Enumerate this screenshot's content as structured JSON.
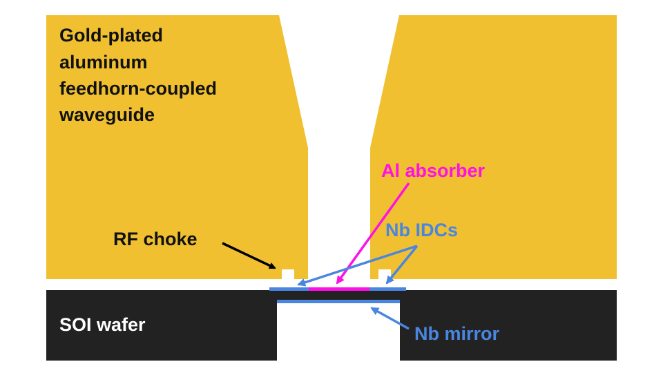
{
  "labels": {
    "waveguide_line1": "Gold-plated",
    "waveguide_line2": "aluminum",
    "waveguide_line3": "feedhorn-coupled",
    "waveguide_line4": "waveguide",
    "rf_choke": "RF choke",
    "al_absorber": "Al absorber",
    "nb_idcs": "Nb IDCs",
    "soi_wafer": "SOI wafer",
    "nb_mirror": "Nb mirror"
  },
  "colors": {
    "gold": "#F0C030",
    "wafer": "#222222",
    "niobium": "#4A86E0",
    "absorber": "#FF10E8",
    "text_dark": "#111111",
    "text_light": "#FFFFFF",
    "choke_arrow": "#000000"
  }
}
